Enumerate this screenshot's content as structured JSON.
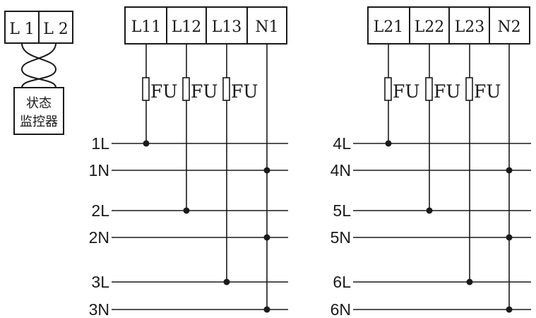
{
  "colors": {
    "line": "#1a1a1a",
    "background": "#ffffff"
  },
  "state_monitor": {
    "terminals": [
      "L 1",
      "L 2"
    ],
    "label_line1": "状态",
    "label_line2": "监控器"
  },
  "group1": {
    "terminals": [
      "L11",
      "L12",
      "L13",
      "N1"
    ],
    "fuse_label": "FU",
    "rails": [
      "1L",
      "1N",
      "2L",
      "2N",
      "3L",
      "3N"
    ]
  },
  "group2": {
    "terminals": [
      "L21",
      "L22",
      "L23",
      "N2"
    ],
    "fuse_label": "FU",
    "rails": [
      "4L",
      "4N",
      "5L",
      "5N",
      "6L",
      "6N"
    ]
  }
}
